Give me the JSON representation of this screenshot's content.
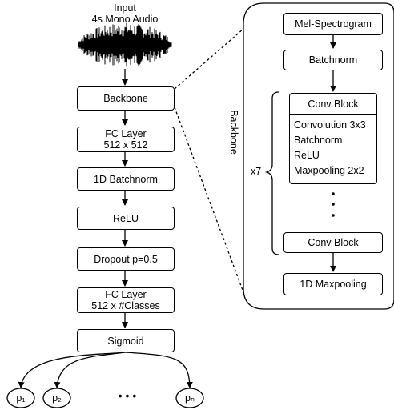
{
  "input": {
    "line1": "Input",
    "line2": "4s Mono Audio"
  },
  "main_flow": {
    "backbone": "Backbone",
    "fc1_line1": "FC Layer",
    "fc1_line2": "512 x 512",
    "batchnorm_1d": "1D Batchnorm",
    "relu": "ReLU",
    "dropout": "Dropout p=0.5",
    "fc2_line1": "FC Layer",
    "fc2_line2": "512 x #Classes",
    "sigmoid": "Sigmoid"
  },
  "outputs": {
    "p1": "p₁",
    "p2": "p₂",
    "ellipsis": "•  •  •",
    "pN": "pₙ"
  },
  "backbone_panel": {
    "label": "Backbone",
    "mel": "Mel-Spectrogram",
    "batchnorm": "Batchnorm",
    "repeat": "x7",
    "conv_block_top": "Conv Block",
    "conv_items": [
      "Convolution 3x3",
      "Batchnorm",
      "ReLU",
      "Maxpooling 2x2"
    ],
    "conv_block_bottom": "Conv Block",
    "maxpool_1d": "1D Maxpooling"
  }
}
